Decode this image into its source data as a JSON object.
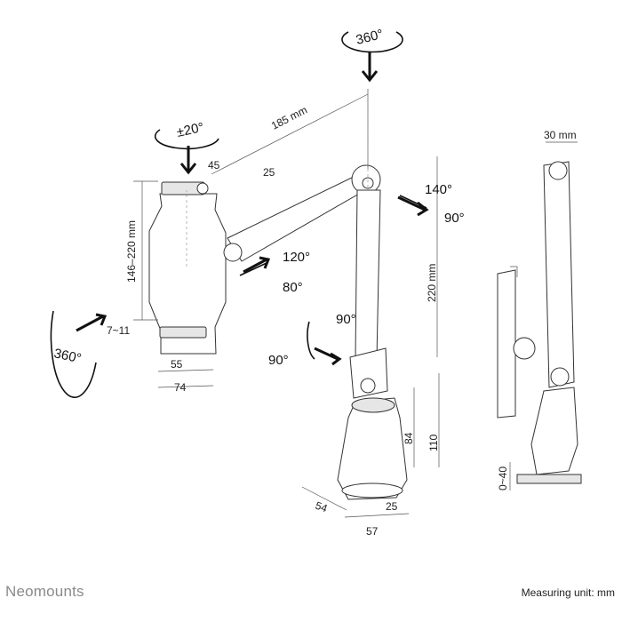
{
  "brand": "Neomounts",
  "unit_note": "Measuring unit: mm",
  "dimensions": {
    "arm_length": "185 mm",
    "arm_height": "220 mm",
    "holder_range": "146–220 mm",
    "clamp_height": "110",
    "clamp_mid": "84",
    "side_width": "30 mm",
    "desk_thickness": "0~40",
    "d45": "45",
    "d25_top": "25",
    "d7_11": "7~11",
    "d55": "55",
    "d74": "74",
    "d54": "54",
    "d25_bottom": "25",
    "d57": "57"
  },
  "rotations": {
    "top": "360°",
    "head_tilt": "±20°",
    "holder_spin": "360°",
    "elbow_up": "140°",
    "elbow_down": "90°",
    "arm_up": "120°",
    "arm_down": "80°",
    "base_right": "90°",
    "base_left": "90°"
  }
}
